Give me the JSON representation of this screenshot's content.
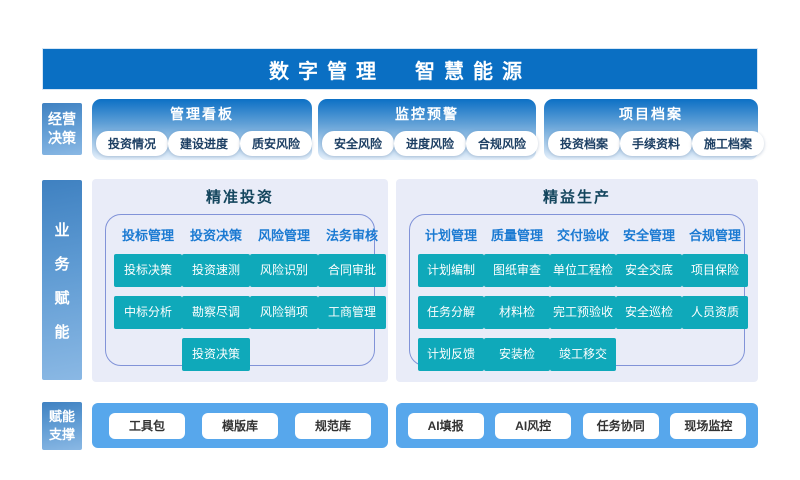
{
  "header": {
    "title_left": "数字管理",
    "title_right": "智慧能源"
  },
  "decision_row": {
    "sidebar": {
      "line1": "经营",
      "line2": "决策"
    },
    "panels": [
      {
        "title": "管理看板",
        "pills": [
          "投资情况",
          "建设进度",
          "质安风险"
        ]
      },
      {
        "title": "监控预警",
        "pills": [
          "安全风险",
          "进度风险",
          "合规风险"
        ]
      },
      {
        "title": "项目档案",
        "pills": [
          "投资档案",
          "手续资料",
          "施工档案"
        ]
      }
    ]
  },
  "business_row": {
    "sidebar": {
      "chars": [
        "业",
        "务",
        "赋",
        "能"
      ]
    },
    "blocks": [
      {
        "title": "精准投资",
        "columns": [
          {
            "header": "投标管理",
            "items": [
              "投标决策",
              "中标分析"
            ]
          },
          {
            "header": "投资决策",
            "items": [
              "投资速测",
              "勘察尽调",
              "投资决策"
            ]
          },
          {
            "header": "风险管理",
            "items": [
              "风险识别",
              "风险销项"
            ]
          },
          {
            "header": "法务审核",
            "items": [
              "合同审批",
              "工商管理"
            ]
          }
        ]
      },
      {
        "title": "精益生产",
        "columns": [
          {
            "header": "计划管理",
            "items": [
              "计划编制",
              "任务分解",
              "计划反馈"
            ]
          },
          {
            "header": "质量管理",
            "items": [
              "图纸审查",
              "材料检",
              "安装检"
            ]
          },
          {
            "header": "交付验收",
            "items": [
              "单位工程检",
              "完工预验收",
              "竣工移交"
            ]
          },
          {
            "header": "安全管理",
            "items": [
              "安全交底",
              "安全巡检"
            ]
          },
          {
            "header": "合规管理",
            "items": [
              "项目保险",
              "人员资质"
            ]
          }
        ]
      }
    ]
  },
  "support_row": {
    "sidebar": {
      "line1": "赋能",
      "line2": "支撑"
    },
    "panels": [
      {
        "buttons": [
          "工具包",
          "模版库",
          "规范库"
        ]
      },
      {
        "buttons": [
          "AI填报",
          "AI风控",
          "任务协同",
          "现场监控"
        ]
      }
    ]
  },
  "colors": {
    "header_blue": "#0a6fc3",
    "sidebar_gradient_top": "#3f81c1",
    "sidebar_gradient_bottom": "#8ab8e4",
    "panel_gradient_top": "#0c70c5",
    "lavender_block": "#e9ecf8",
    "frame_border": "#8193d8",
    "teal_button": "#0fa9ba",
    "support_panel_blue": "#57a7ec",
    "column_header_blue": "#1b7ad2",
    "pill_text": "#1d3f63",
    "block_title": "#14465e"
  }
}
